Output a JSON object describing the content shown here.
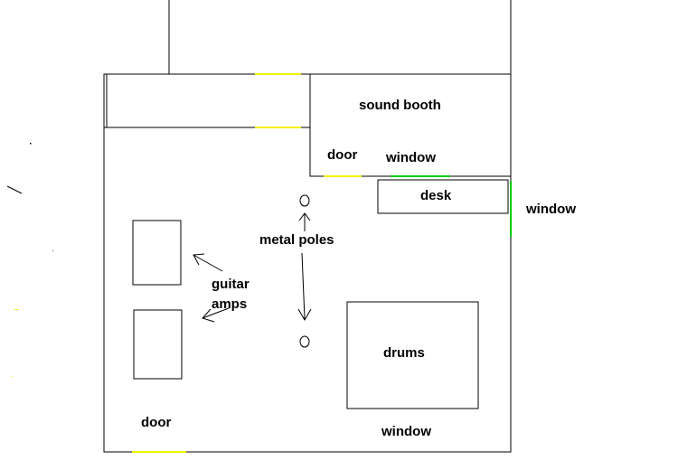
{
  "labels": {
    "sound_booth": "sound booth",
    "booth_door": "door",
    "booth_window": "window",
    "desk": "desk",
    "right_window": "window",
    "metal_poles": "metal poles",
    "guitar_amps": "guitar amps",
    "drums": "drums",
    "bottom_door": "door",
    "bottom_window": "window"
  },
  "colors": {
    "wall": "#000000",
    "door_mark": "#f2f200",
    "window_mark": "#00cc00"
  }
}
